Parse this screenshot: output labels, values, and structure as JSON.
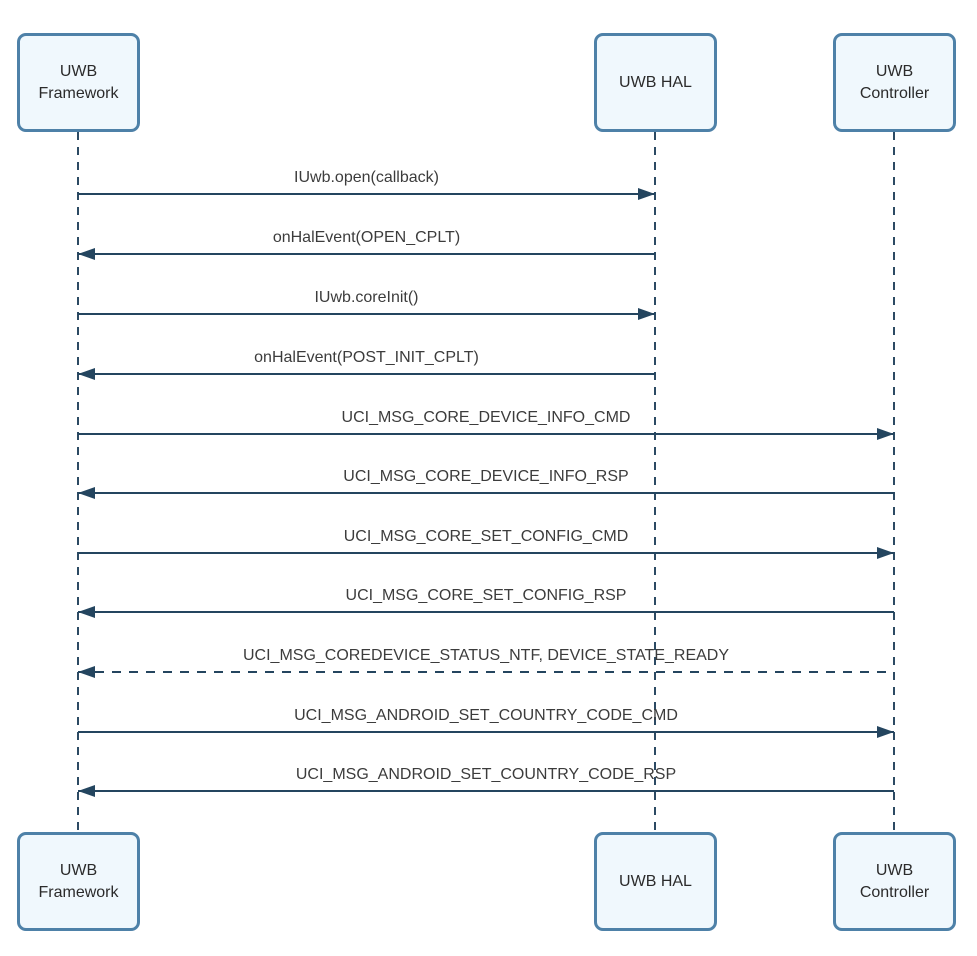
{
  "diagram_type": "sequence",
  "participants": [
    {
      "id": "uwb-framework",
      "label": "UWB Framework"
    },
    {
      "id": "uwb-hal",
      "label": "UWB HAL"
    },
    {
      "id": "uwb-controller",
      "label": "UWB Controller"
    }
  ],
  "messages": [
    {
      "label": "IUwb.open(callback)",
      "from": "uwb-framework",
      "to": "uwb-hal",
      "line_style": "solid"
    },
    {
      "label": "onHalEvent(OPEN_CPLT)",
      "from": "uwb-hal",
      "to": "uwb-framework",
      "line_style": "solid"
    },
    {
      "label": "IUwb.coreInit()",
      "from": "uwb-framework",
      "to": "uwb-hal",
      "line_style": "solid"
    },
    {
      "label": "onHalEvent(POST_INIT_CPLT)",
      "from": "uwb-hal",
      "to": "uwb-framework",
      "line_style": "solid"
    },
    {
      "label": "UCI_MSG_CORE_DEVICE_INFO_CMD",
      "from": "uwb-framework",
      "to": "uwb-controller",
      "line_style": "solid"
    },
    {
      "label": "UCI_MSG_CORE_DEVICE_INFO_RSP",
      "from": "uwb-controller",
      "to": "uwb-framework",
      "line_style": "solid"
    },
    {
      "label": "UCI_MSG_CORE_SET_CONFIG_CMD",
      "from": "uwb-framework",
      "to": "uwb-controller",
      "line_style": "solid"
    },
    {
      "label": "UCI_MSG_CORE_SET_CONFIG_RSP",
      "from": "uwb-controller",
      "to": "uwb-framework",
      "line_style": "solid"
    },
    {
      "label": "UCI_MSG_COREDEVICE_STATUS_NTF, DEVICE_STATE_READY",
      "from": "uwb-controller",
      "to": "uwb-framework",
      "line_style": "dashed"
    },
    {
      "label": "UCI_MSG_ANDROID_SET_COUNTRY_CODE_CMD",
      "from": "uwb-framework",
      "to": "uwb-controller",
      "line_style": "solid"
    },
    {
      "label": "UCI_MSG_ANDROID_SET_COUNTRY_CODE_RSP",
      "from": "uwb-controller",
      "to": "uwb-framework",
      "line_style": "solid"
    }
  ],
  "colors": {
    "background": "#ffffff",
    "box_fill": "#f0f8fd",
    "box_border": "#4e81a8",
    "lifeline": "#2c4a63",
    "arrow": "#24455f",
    "message_text": "#3c3c3c",
    "box_text": "#2b2b2b"
  }
}
